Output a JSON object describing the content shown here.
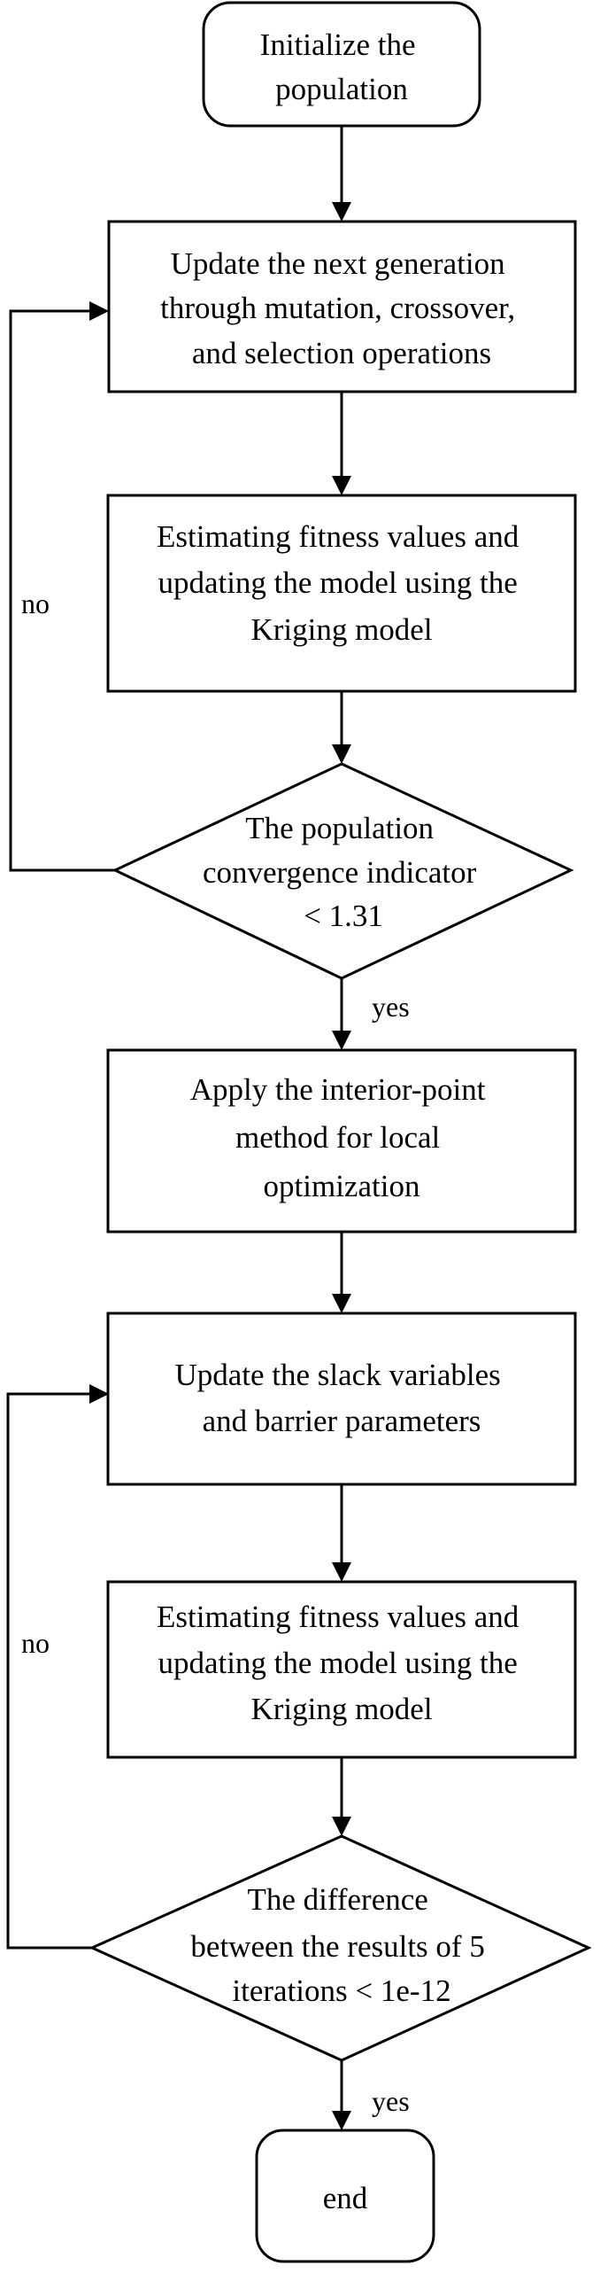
{
  "nodes": {
    "init": {
      "lines": [
        "Initialize the",
        "population"
      ]
    },
    "update_gen": {
      "lines": [
        "Update the next generation",
        "through mutation, crossover,",
        "and selection operations"
      ]
    },
    "estimate_1": {
      "lines": [
        "Estimating fitness values and",
        "updating the model using the",
        "Kriging model"
      ]
    },
    "convergence": {
      "lines": [
        "The population",
        "convergence indicator",
        "< 1.31"
      ]
    },
    "interior_point": {
      "lines": [
        "Apply the interior-point",
        "method for local",
        "optimization"
      ]
    },
    "update_slack": {
      "lines": [
        "Update the slack variables",
        "and barrier parameters"
      ]
    },
    "estimate_2": {
      "lines": [
        "Estimating fitness values and",
        "updating the model using the",
        "Kriging model"
      ]
    },
    "difference": {
      "lines": [
        "The difference",
        "between the results of 5",
        "iterations < 1e-12"
      ]
    },
    "end": {
      "lines": [
        "end"
      ]
    }
  },
  "edge_labels": {
    "convergence_no": "no",
    "convergence_yes": "yes",
    "difference_no": "no",
    "difference_yes": "yes"
  }
}
